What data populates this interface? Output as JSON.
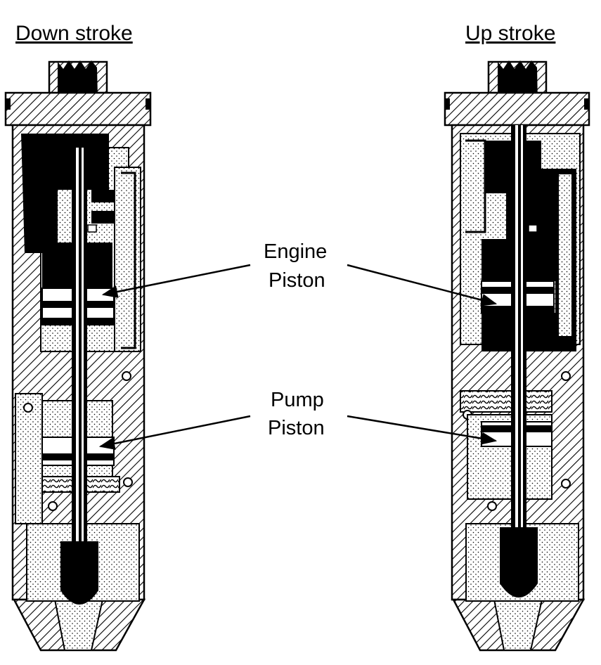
{
  "titles": {
    "left": "Down stroke",
    "right": "Up stroke"
  },
  "callouts": {
    "engine": [
      "Engine",
      "Piston"
    ],
    "pump": [
      "Pump",
      "Piston"
    ]
  },
  "colors": {
    "ink": "#000000",
    "paper": "#ffffff",
    "stipple": "#000000"
  }
}
